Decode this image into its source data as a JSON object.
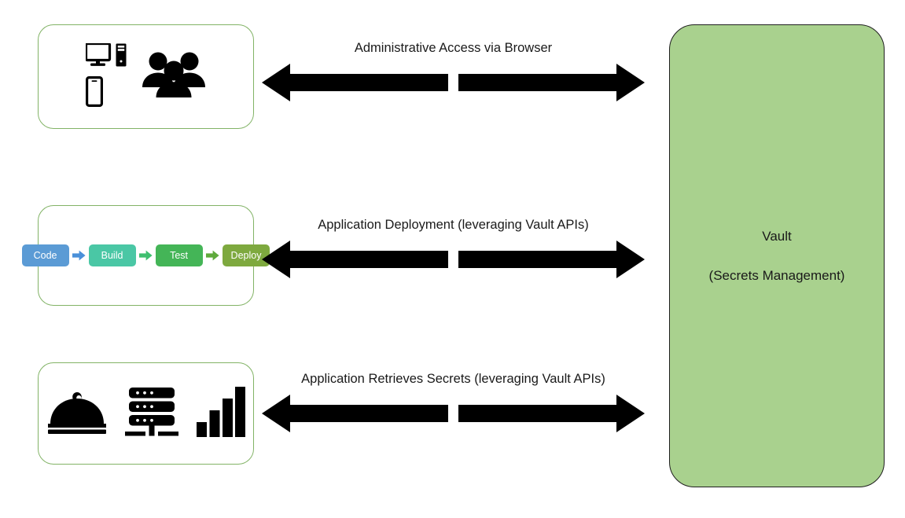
{
  "diagram": {
    "title": "Vault secrets management access flows",
    "colors": {
      "vault_fill": "#a9d18e",
      "vault_border": "#1f1f1f",
      "source_box_border": "#82b366",
      "arrow_black": "#000000",
      "stage_code": "#5b9bd5",
      "stage_build": "#4ac7a5",
      "stage_test": "#44b557",
      "stage_deploy": "#7ea93f",
      "stage_arrow": "#4a90d9",
      "label_text": "#1a1a1a"
    }
  },
  "sources": [
    {
      "id": "users",
      "name": "users-and-devices",
      "icons": [
        "desktop-monitor-icon",
        "desktop-tower-icon",
        "smartphone-icon",
        "people-group-icon"
      ]
    },
    {
      "id": "pipeline",
      "name": "cicd-pipeline",
      "stages": [
        {
          "label": "Code",
          "color": "#5b9bd5"
        },
        {
          "label": "Build",
          "color": "#4ac7a5"
        },
        {
          "label": "Test",
          "color": "#44b557"
        },
        {
          "label": "Deploy",
          "color": "#7ea93f"
        }
      ],
      "connector_icon": "right-arrow-icon"
    },
    {
      "id": "apps",
      "name": "applications-and-services",
      "icons": [
        "serving-dome-icon",
        "server-rack-icon",
        "bar-chart-icon"
      ]
    }
  ],
  "flows": [
    {
      "id": "admin",
      "label": "Administrative Access via Browser",
      "icon": "double-headed-arrow-icon"
    },
    {
      "id": "deploy",
      "label": "Application Deployment (leveraging Vault APIs)",
      "icon": "double-headed-arrow-icon"
    },
    {
      "id": "secrets",
      "label": "Application Retrieves Secrets (leveraging Vault APIs)",
      "icon": "double-headed-arrow-icon"
    }
  ],
  "vault": {
    "title": "Vault",
    "subtitle": "(Secrets Management)"
  }
}
